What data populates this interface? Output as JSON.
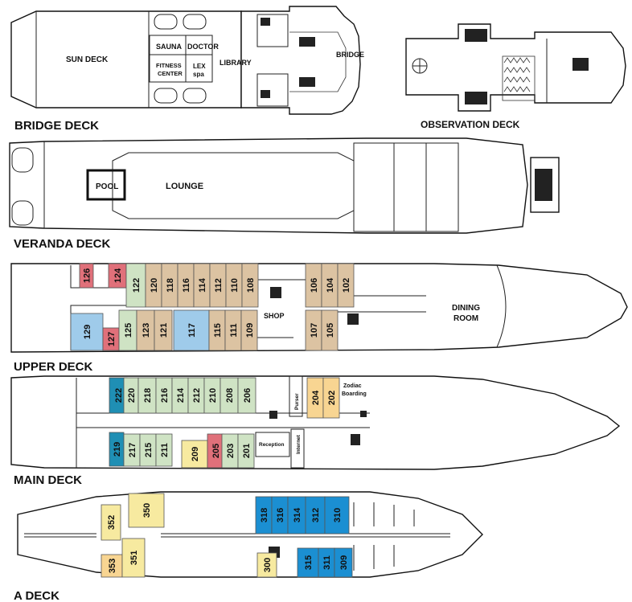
{
  "colors": {
    "tan": "#dcc3a2",
    "green": "#cfe3c4",
    "blue_light": "#9fcbea",
    "blue": "#1b8fd2",
    "pink": "#e0707a",
    "yellow": "#f7eaa0",
    "orange": "#f8d592",
    "teal": "#1f8fb4"
  },
  "decks": {
    "bridge": {
      "title": "BRIDGE DECK",
      "labels": {
        "sun_deck": "SUN DECK",
        "sauna": "SAUNA",
        "doctor": "DOCTOR",
        "fitness": "FITNESS",
        "center": "CENTER",
        "lex": "LEX",
        "spa": "spa",
        "library": "LIBRARY",
        "bridge": "BRIDGE"
      }
    },
    "observation": {
      "title": "OBSERVATION DECK"
    },
    "veranda": {
      "title": "VERANDA DECK",
      "labels": {
        "pool": "POOL",
        "lounge": "LOUNGE"
      }
    },
    "upper": {
      "title": "UPPER DECK",
      "labels": {
        "shop": "SHOP",
        "dining": "DINING",
        "room": "ROOM"
      },
      "cabins": [
        {
          "no": "126",
          "color": "pink"
        },
        {
          "no": "124",
          "color": "pink"
        },
        {
          "no": "122",
          "color": "green"
        },
        {
          "no": "120",
          "color": "tan"
        },
        {
          "no": "118",
          "color": "tan"
        },
        {
          "no": "116",
          "color": "tan"
        },
        {
          "no": "114",
          "color": "tan"
        },
        {
          "no": "112",
          "color": "tan"
        },
        {
          "no": "110",
          "color": "tan"
        },
        {
          "no": "108",
          "color": "tan"
        },
        {
          "no": "106",
          "color": "tan"
        },
        {
          "no": "104",
          "color": "tan"
        },
        {
          "no": "102",
          "color": "tan"
        },
        {
          "no": "129",
          "color": "blue_light"
        },
        {
          "no": "127",
          "color": "pink"
        },
        {
          "no": "125",
          "color": "green"
        },
        {
          "no": "123",
          "color": "tan"
        },
        {
          "no": "121",
          "color": "tan"
        },
        {
          "no": "117",
          "color": "blue_light"
        },
        {
          "no": "115",
          "color": "tan"
        },
        {
          "no": "111",
          "color": "tan"
        },
        {
          "no": "109",
          "color": "tan"
        },
        {
          "no": "107",
          "color": "tan"
        },
        {
          "no": "105",
          "color": "tan"
        }
      ]
    },
    "main": {
      "title": "MAIN DECK",
      "labels": {
        "purser": "Purser",
        "zodiac": "Zodiac",
        "boarding": "Boarding",
        "reception": "Reception",
        "internet": "Internet"
      },
      "cabins": [
        {
          "no": "222",
          "color": "teal"
        },
        {
          "no": "220",
          "color": "green"
        },
        {
          "no": "218",
          "color": "green"
        },
        {
          "no": "216",
          "color": "green"
        },
        {
          "no": "214",
          "color": "green"
        },
        {
          "no": "212",
          "color": "green"
        },
        {
          "no": "210",
          "color": "green"
        },
        {
          "no": "208",
          "color": "green"
        },
        {
          "no": "206",
          "color": "green"
        },
        {
          "no": "204",
          "color": "orange"
        },
        {
          "no": "202",
          "color": "orange"
        },
        {
          "no": "219",
          "color": "teal"
        },
        {
          "no": "217",
          "color": "green"
        },
        {
          "no": "215",
          "color": "green"
        },
        {
          "no": "211",
          "color": "green"
        },
        {
          "no": "209",
          "color": "yellow"
        },
        {
          "no": "205",
          "color": "pink"
        },
        {
          "no": "203",
          "color": "green"
        },
        {
          "no": "201",
          "color": "green"
        }
      ]
    },
    "a": {
      "title": "A DECK",
      "cabins": [
        {
          "no": "352",
          "color": "yellow"
        },
        {
          "no": "350",
          "color": "yellow"
        },
        {
          "no": "353",
          "color": "orange"
        },
        {
          "no": "351",
          "color": "yellow"
        },
        {
          "no": "318",
          "color": "blue"
        },
        {
          "no": "316",
          "color": "blue"
        },
        {
          "no": "314",
          "color": "blue"
        },
        {
          "no": "312",
          "color": "blue"
        },
        {
          "no": "310",
          "color": "blue"
        },
        {
          "no": "300",
          "color": "yellow"
        },
        {
          "no": "315",
          "color": "blue"
        },
        {
          "no": "311",
          "color": "blue"
        },
        {
          "no": "309",
          "color": "blue"
        }
      ]
    }
  }
}
